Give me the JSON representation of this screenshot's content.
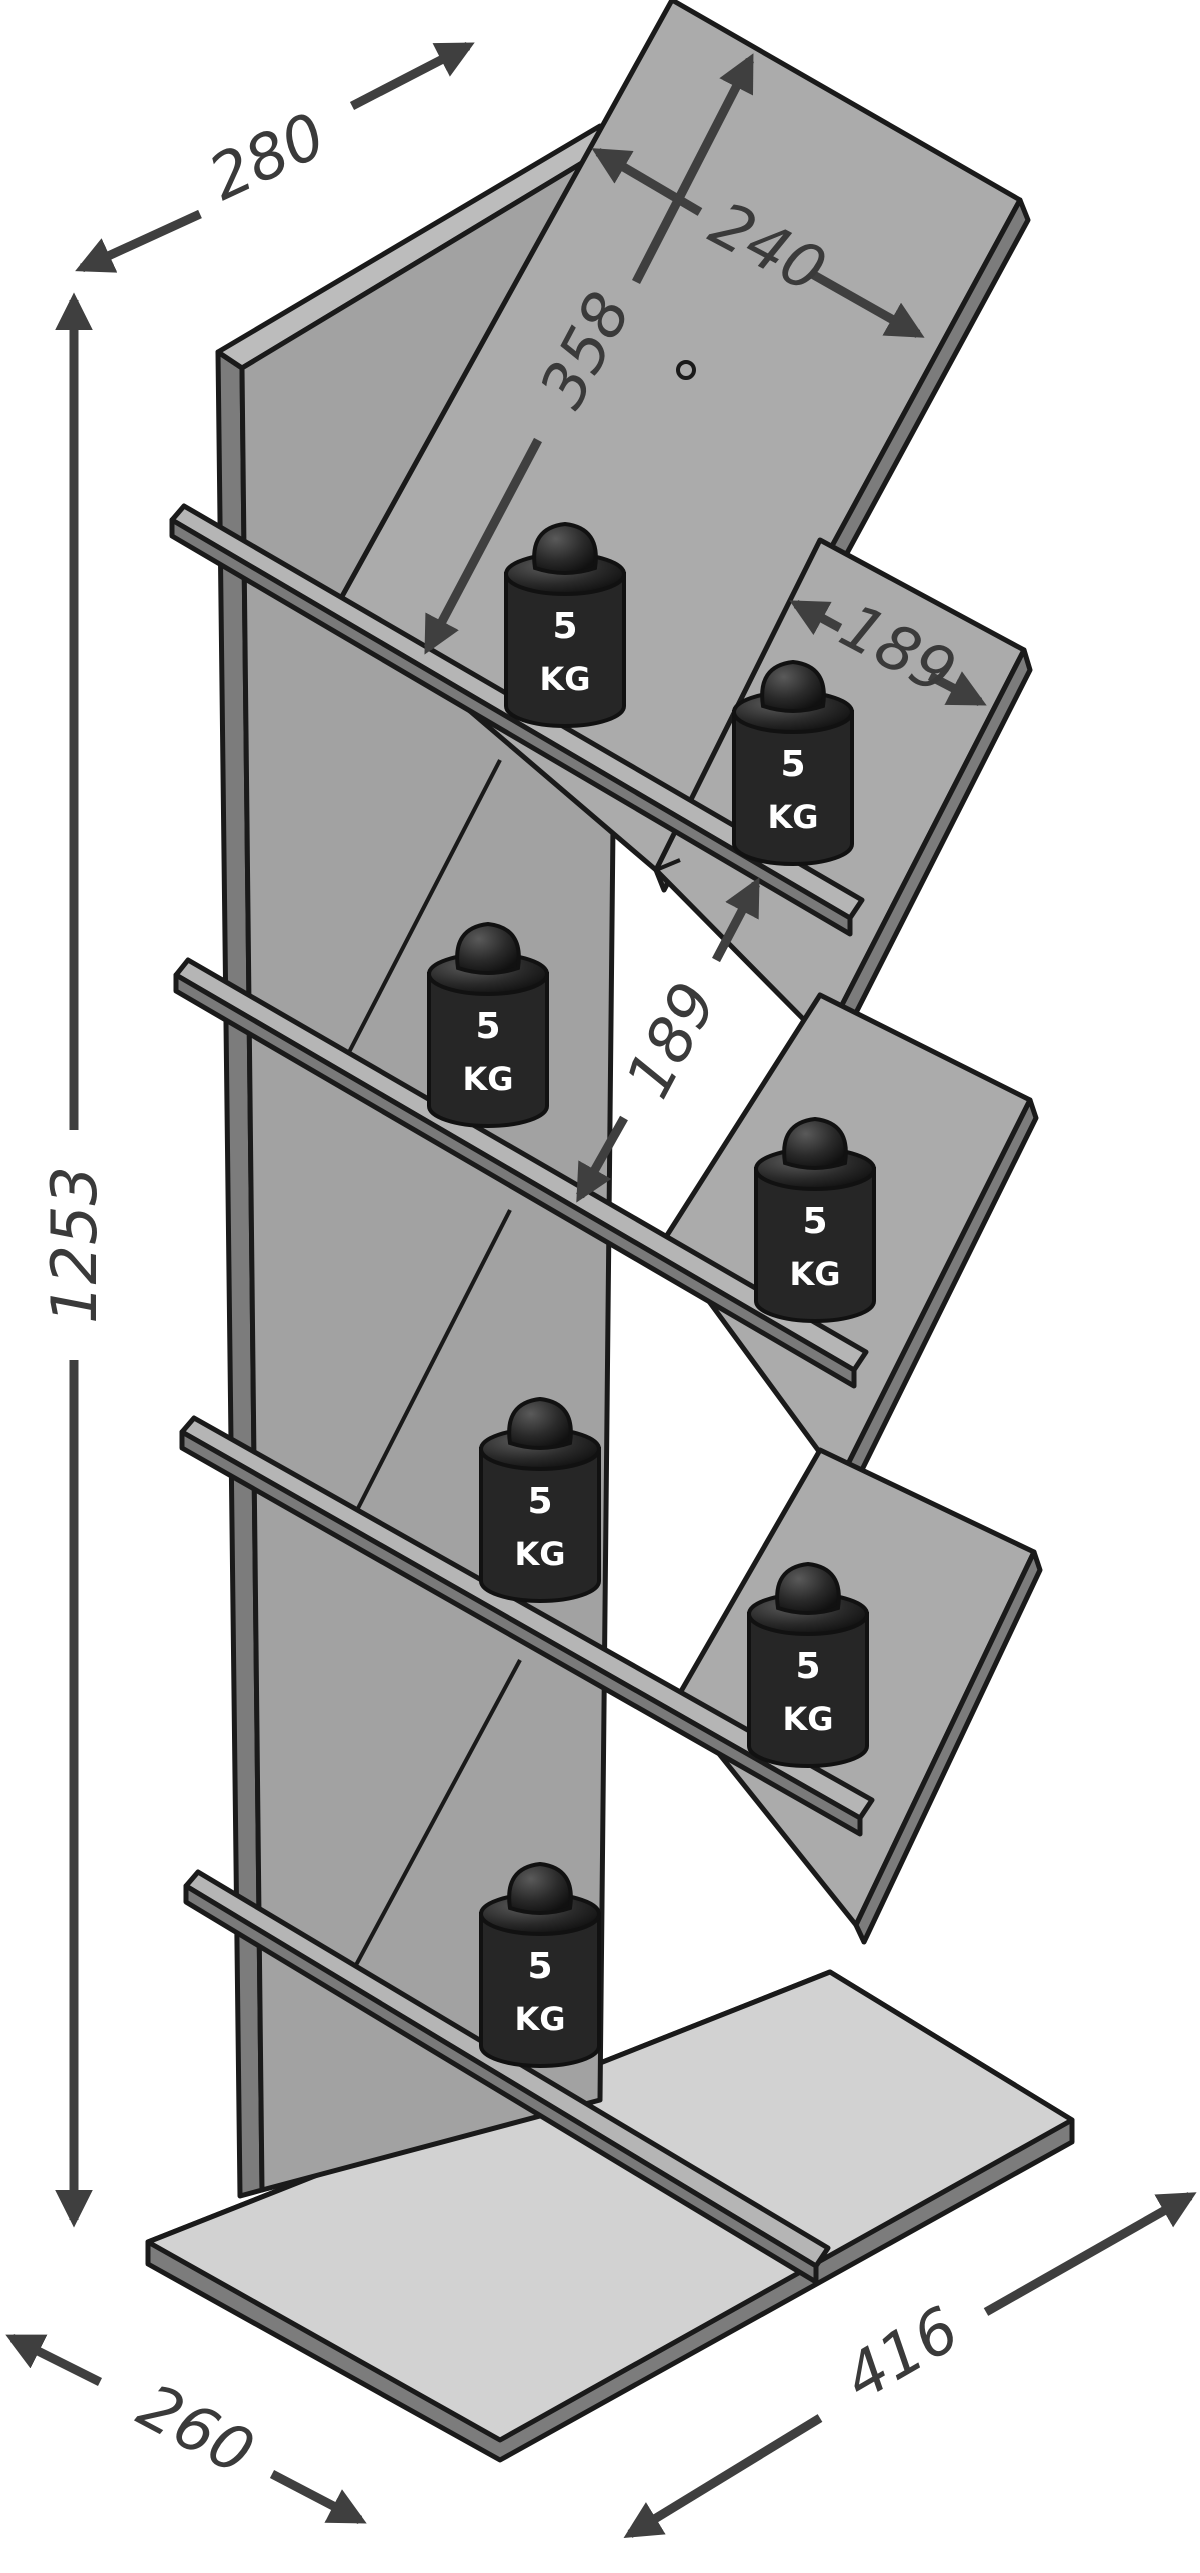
{
  "dimensions": {
    "top_depth": "280",
    "back_width": "240",
    "back_height": "358",
    "compartment_width": "189",
    "compartment_height": "189",
    "total_height": "1253",
    "base_depth": "260",
    "base_width": "416"
  },
  "weights": [
    {
      "value": "5",
      "unit": "KG"
    },
    {
      "value": "5",
      "unit": "KG"
    },
    {
      "value": "5",
      "unit": "KG"
    },
    {
      "value": "5",
      "unit": "KG"
    },
    {
      "value": "5",
      "unit": "KG"
    },
    {
      "value": "5",
      "unit": "KG"
    },
    {
      "value": "5",
      "unit": "KG"
    }
  ],
  "colors": {
    "panel_face": "#a8a8a8",
    "panel_side": "#7c7c7c",
    "base_top": "#d2d2d2",
    "weight_body": "#262626",
    "arrow": "#3f3f3f"
  }
}
